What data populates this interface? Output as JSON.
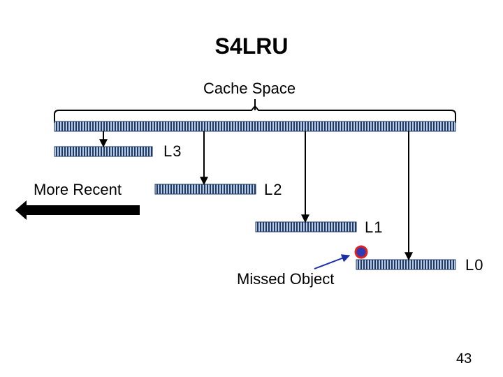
{
  "title": "S4LRU",
  "cache_space_label": "Cache Space",
  "levels": [
    {
      "name": "L3"
    },
    {
      "name": "L2"
    },
    {
      "name": "L1"
    },
    {
      "name": "L0"
    }
  ],
  "more_recent_label": "More Recent",
  "missed_object_label": "Missed Object",
  "page_number": "43",
  "colors": {
    "bar_fill": "#b8cce4",
    "bar_stripe": "#1f3864",
    "object_fill": "#2e3ab3",
    "object_ring": "#e02020",
    "missed_arrow": "#1a2eaa",
    "arrow": "#000000"
  }
}
